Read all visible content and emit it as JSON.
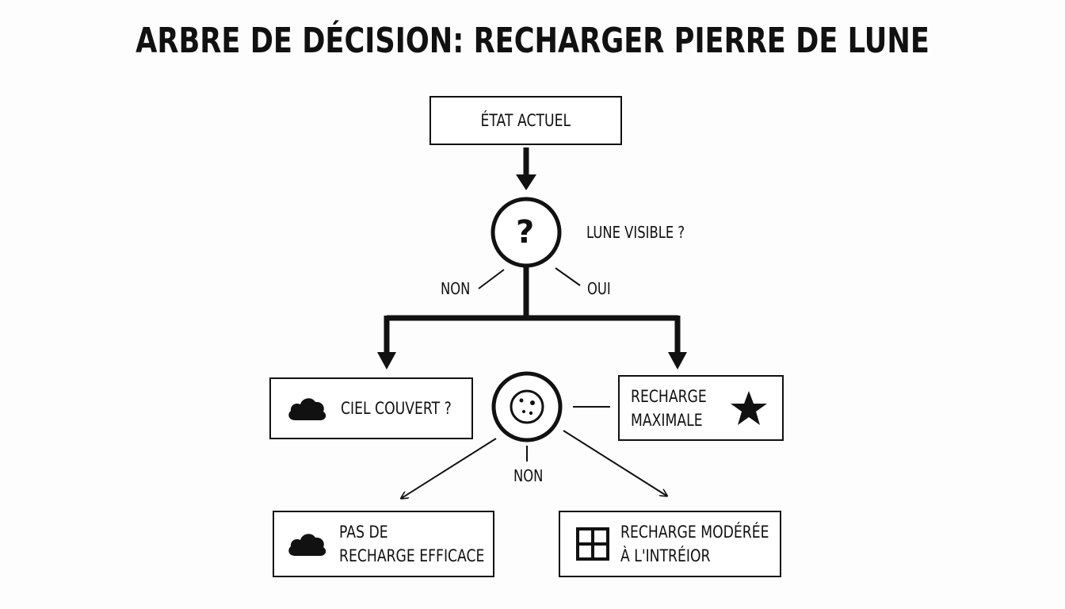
{
  "title": "ARBRE DE DÉCISION: RECHARGER PIERRE DE LUNE",
  "nodes": {
    "start": "ÉTAT ACTUEL",
    "question_symbol": "?",
    "question_label": "LUNE VISIBLE ?",
    "branch_no": "NON",
    "branch_yes": "OUI",
    "cloudy": "CIEL COUVERT ?",
    "max_line1": "RECHARGE",
    "max_line2": "MAXIMALE",
    "second_no": "NON",
    "no_recharge_line1": "PAS DE",
    "no_recharge_line2": "RECHARGE EFFICACE",
    "moderate_line1": "RECHARGE MODÉRÉE",
    "moderate_line2": "À L'INTRÉIOR"
  },
  "icons": {
    "question": "question-circle-icon",
    "moon": "moon-icon",
    "cloud": "cloud-icon",
    "star": "star-icon",
    "window": "window-icon"
  }
}
